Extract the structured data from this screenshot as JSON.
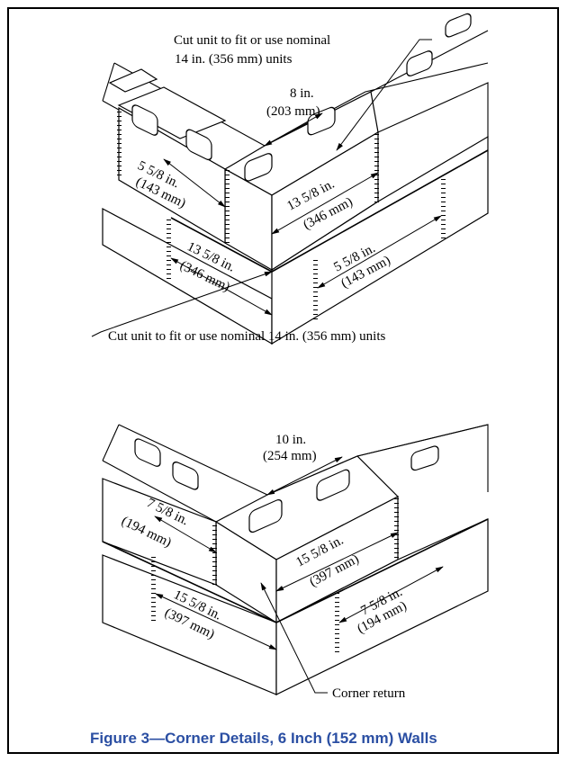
{
  "top": {
    "note_top": [
      "Cut unit to fit or use nominal",
      "14 in. (356 mm) units"
    ],
    "dim_8": [
      "8 in.",
      "(203 mm)"
    ],
    "dim_left_558": [
      "5 5/8 in.",
      "(143 mm)"
    ],
    "dim_front_1358": [
      "13 5/8 in.",
      "(346 mm)"
    ],
    "dim_lower_1358": [
      "13 5/8 in.",
      "(346 mm)"
    ],
    "dim_right_558": [
      "5 5/8 in.",
      "(143 mm)"
    ],
    "note_bottom": "Cut unit to fit or use nominal 14 in. (356 mm) units"
  },
  "bottom": {
    "dim_10": [
      "10 in.",
      "(254 mm)"
    ],
    "dim_left_758": [
      "7 5/8 in.",
      "(194 mm)"
    ],
    "dim_front_1558": [
      "15 5/8 in.",
      "(397 mm)"
    ],
    "dim_lower_1558": [
      "15 5/8 in.",
      "(397 mm)"
    ],
    "dim_right_758": [
      "7 5/8 in.",
      "(194 mm)"
    ],
    "note_corner": "Corner return"
  },
  "caption": {
    "figure_number": "Figure 3",
    "title": "—Corner Details, 6 Inch (152 mm) Walls"
  }
}
